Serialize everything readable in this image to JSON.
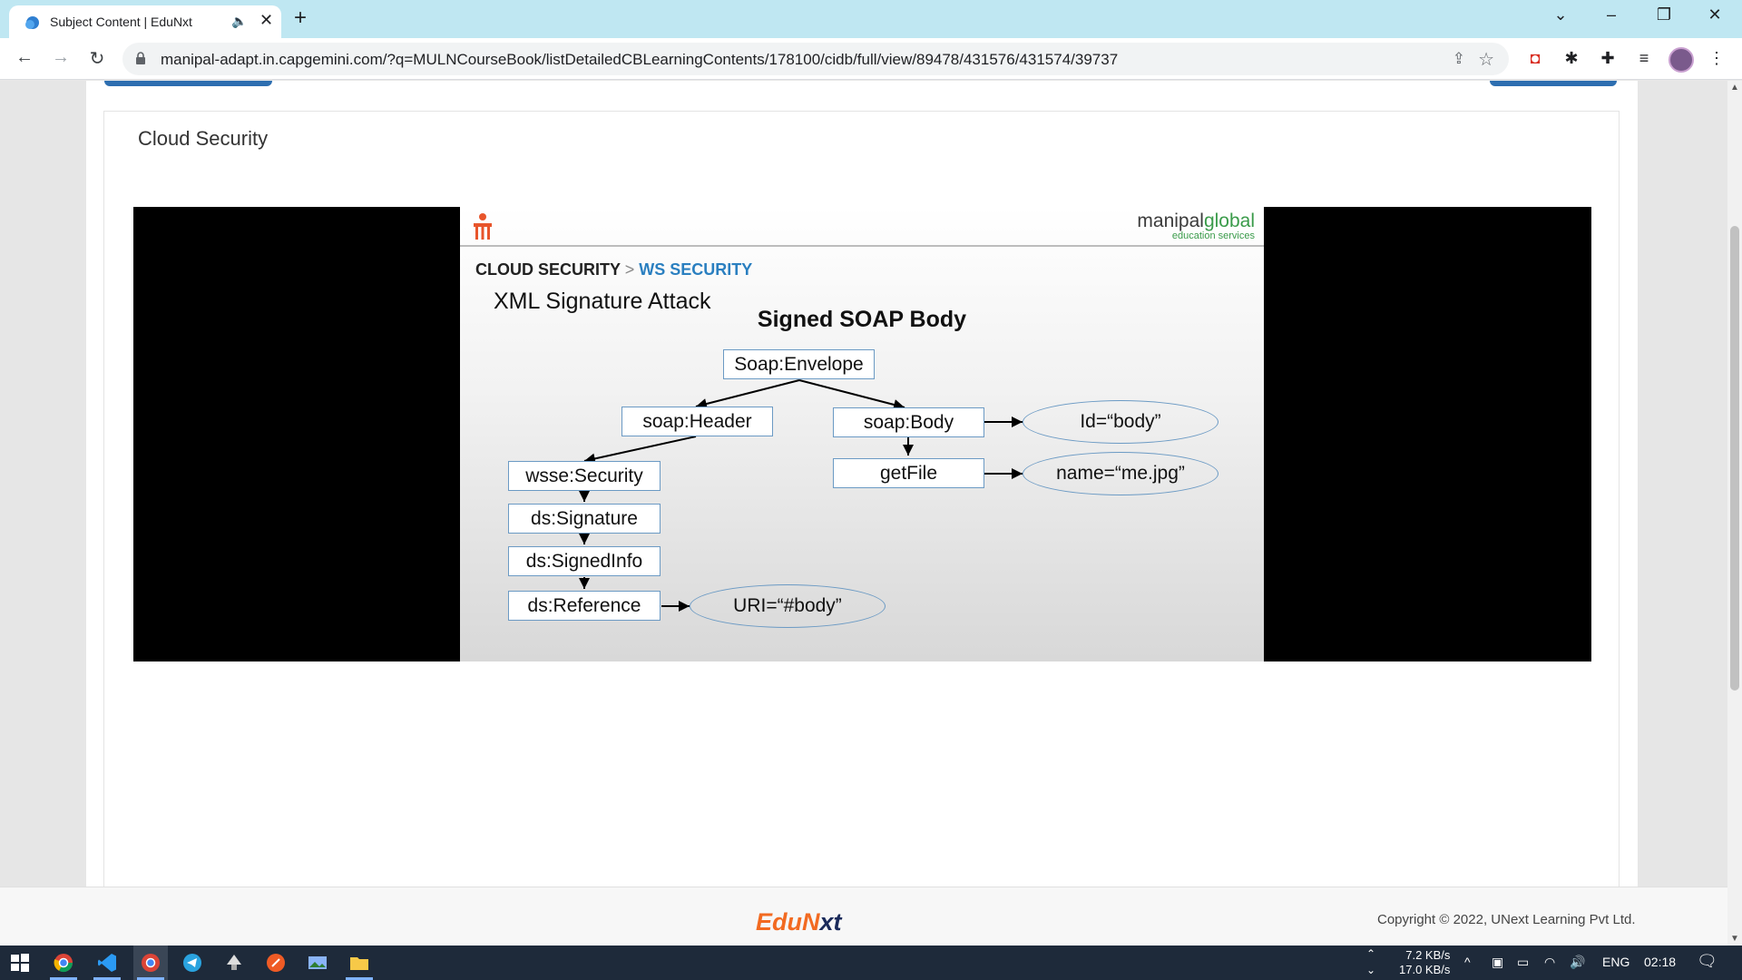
{
  "browser": {
    "tab_title": "Subject Content | EduNxt",
    "new_tab": "+",
    "url": "manipal-adapt.in.capgemini.com/?q=MULNCourseBook/listDetailedCBLearningContents/178100/cidb/full/view/89478/431576/431574/39737"
  },
  "page": {
    "card_title": "Cloud Security"
  },
  "slide": {
    "brand_main": "manipal",
    "brand_accent": "global",
    "brand_sub": "education services",
    "crumb_parent": "CLOUD SECURITY",
    "crumb_sep": ">",
    "crumb_current": "WS SECURITY",
    "subtitle": "XML Signature Attack",
    "heading": "Signed SOAP Body",
    "nodes": {
      "envelope": "Soap:Envelope",
      "header": "soap:Header",
      "body": "soap:Body",
      "security": "wsse:Security",
      "signature": "ds:Signature",
      "signedinfo": "ds:SignedInfo",
      "reference": "ds:Reference",
      "getfile": "getFile",
      "id_body": "Id=“body”",
      "name_jpg": "name=“me.jpg”",
      "uri_body": "URI=“#body”"
    }
  },
  "footer": {
    "logo_a": "EduN",
    "logo_b": "xt",
    "copyright": "Copyright © 2022, UNext Learning Pvt Ltd."
  },
  "taskbar": {
    "net_up": "7.2 KB/s",
    "net_down": "17.0 KB/s",
    "lang": "ENG",
    "time": "02:18"
  },
  "colors": {
    "titlebar": "#bfe7f2",
    "accent_blue": "#2a7fc0",
    "edunxt_orange": "#f26a21"
  }
}
